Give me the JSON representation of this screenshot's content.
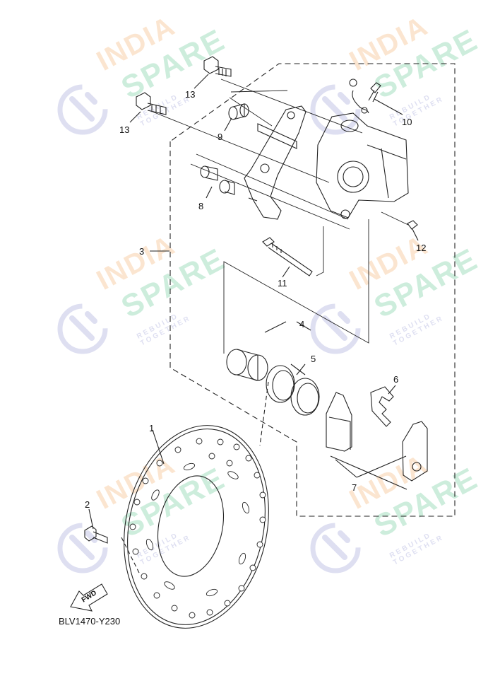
{
  "diagram": {
    "code": "BLV1470-Y230",
    "fwd_label": "FWD",
    "callouts": [
      "1",
      "2",
      "3",
      "4",
      "5",
      "6",
      "7",
      "8",
      "9",
      "10",
      "11",
      "12",
      "13",
      "13"
    ]
  },
  "watermark": {
    "brand_top": "INDIA",
    "brand_bottom": "SPARE",
    "tagline": "REBUILD TOGETHER",
    "icon": "wrench-gear-icon",
    "colors": {
      "orange": "#f4a65a",
      "green": "#4fbf86",
      "purple": "#8a8fcf"
    }
  }
}
